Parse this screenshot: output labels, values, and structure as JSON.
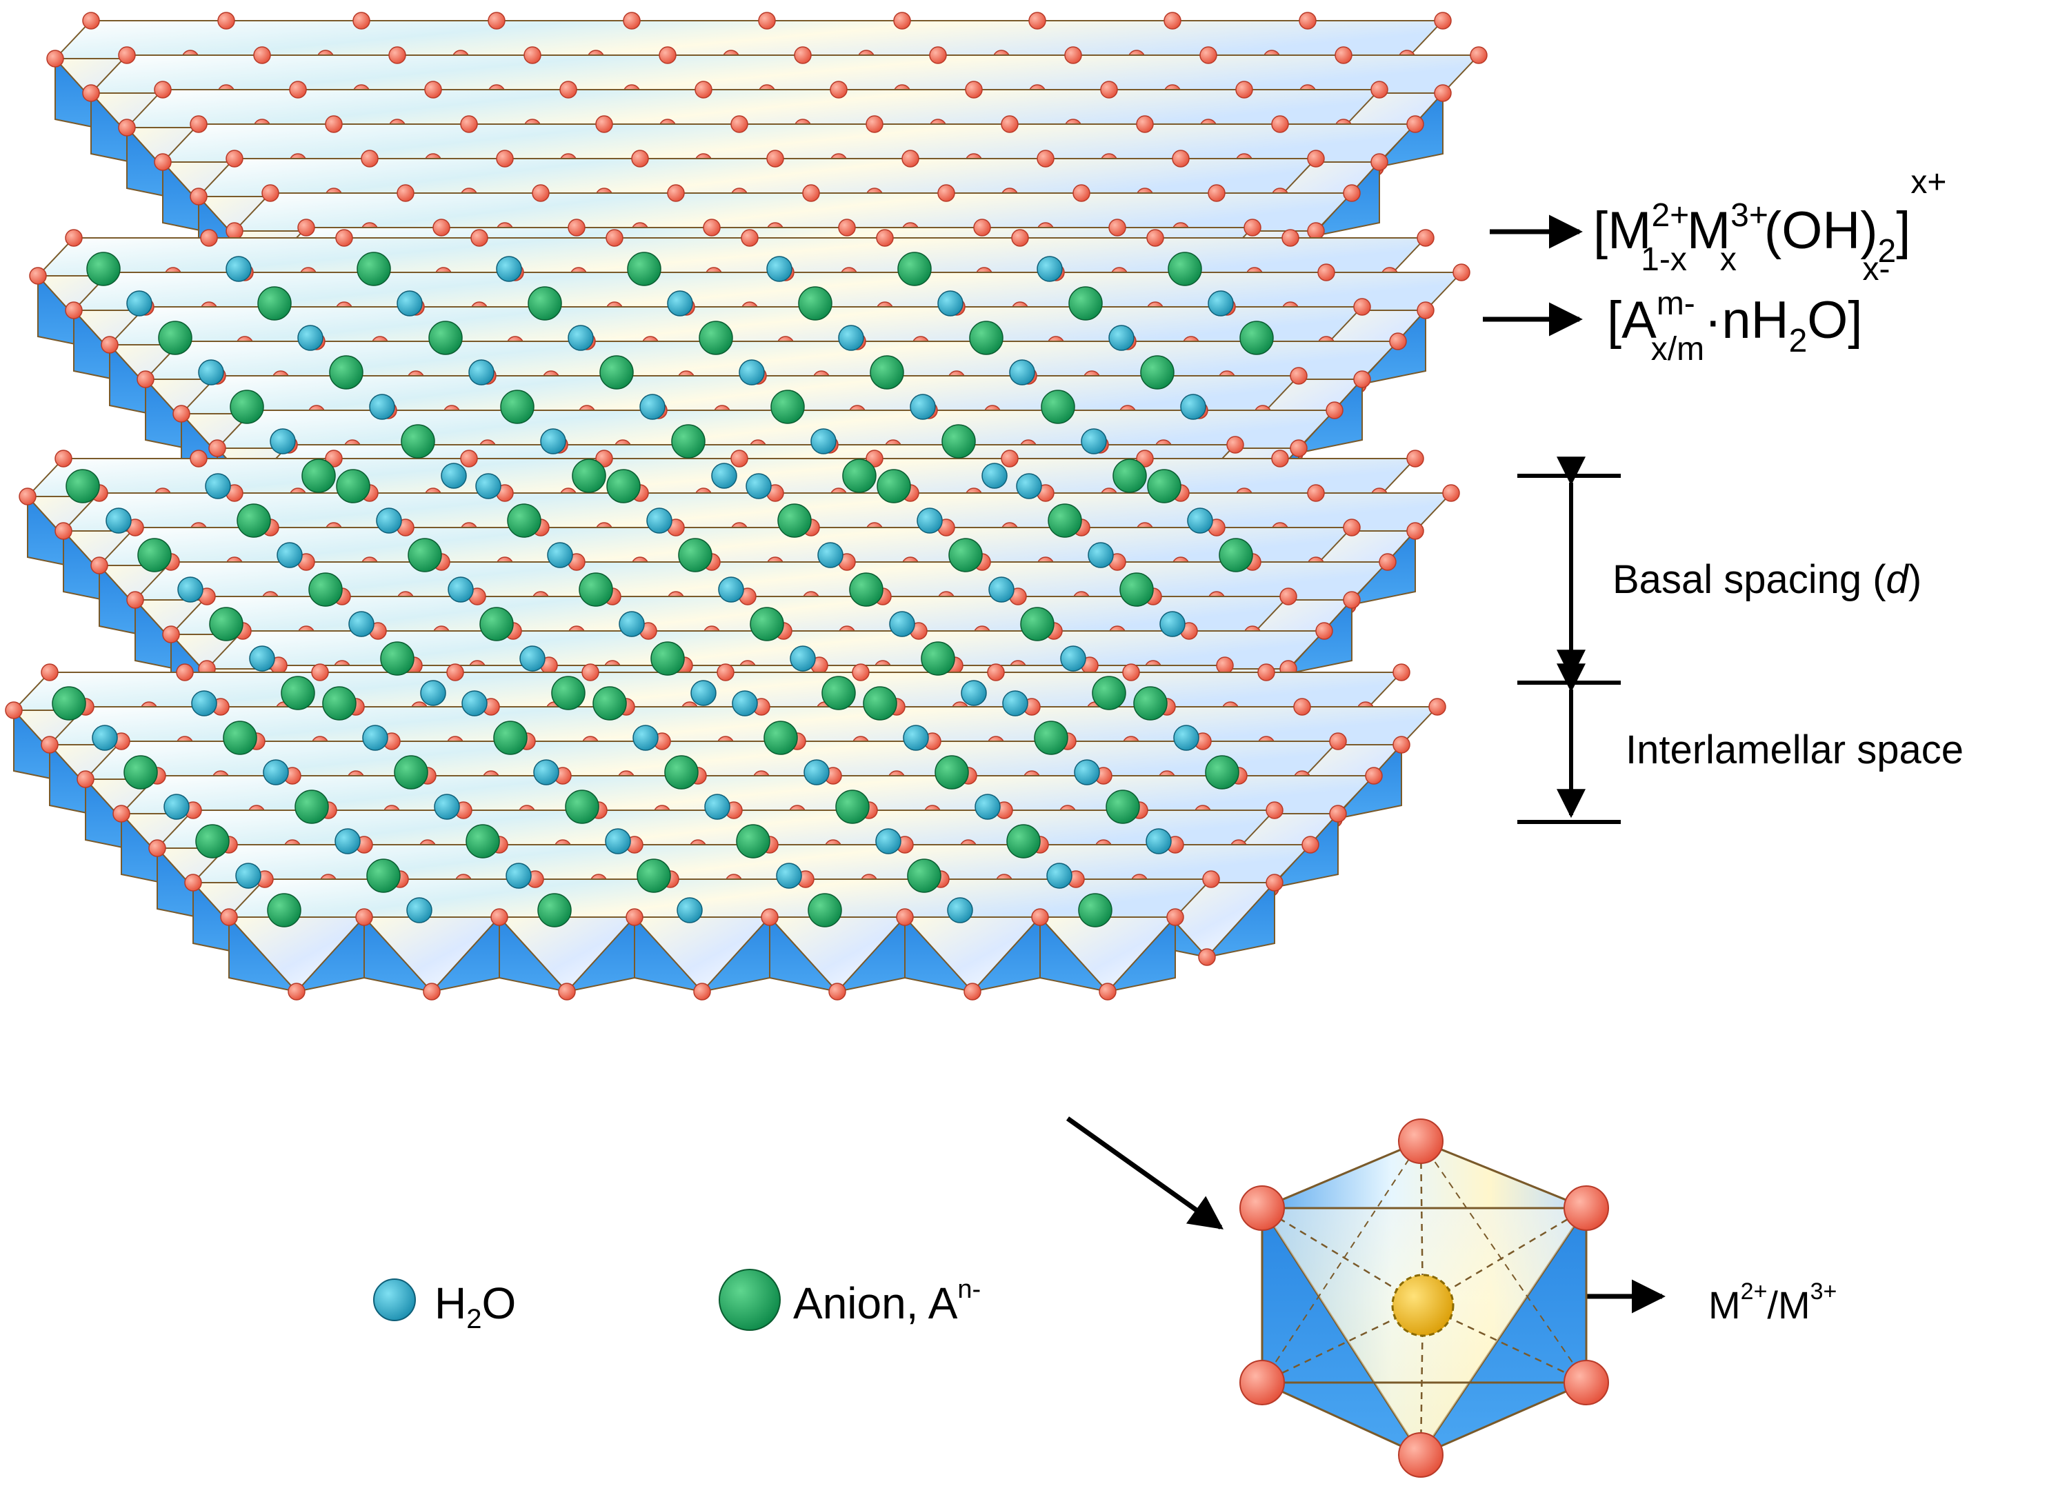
{
  "labels": {
    "layer_formula": {
      "open": "[M",
      "m2_sup": "2+",
      "m2_sub": "1-x",
      "m3": "M",
      "m3_sup": "3+",
      "m3_sub": "x",
      "oh": "(OH)",
      "oh_sub": "2",
      "close": "]",
      "charge": "x+"
    },
    "interlayer_formula": {
      "open": "[A",
      "a_sup": "m-",
      "a_sub": "x/m",
      "water": "·nH",
      "water_sub": "2",
      "water_end": "O]",
      "charge": "x-"
    },
    "basal_spacing": {
      "text": "Basal spacing (",
      "italic": "d",
      "close": ")"
    },
    "interlamellar_space": "Interlamellar space",
    "legend_h2o": {
      "h": "H",
      "sub": "2",
      "o": "O"
    },
    "legend_anion": {
      "text": "Anion, A",
      "sup": "n-"
    },
    "metal_center": {
      "m2": "M",
      "m2_sup": "2+",
      "slash": "/M",
      "m3_sup": "3+"
    }
  },
  "colors": {
    "octahedron_blue": "#2f8ee6",
    "octahedron_light": "#fff8dc",
    "hydroxyl": "#f0644f",
    "water": "#2aa6c4",
    "anion": "#17a05a",
    "metal": "#f0b800",
    "edge": "#7a5a2a"
  }
}
